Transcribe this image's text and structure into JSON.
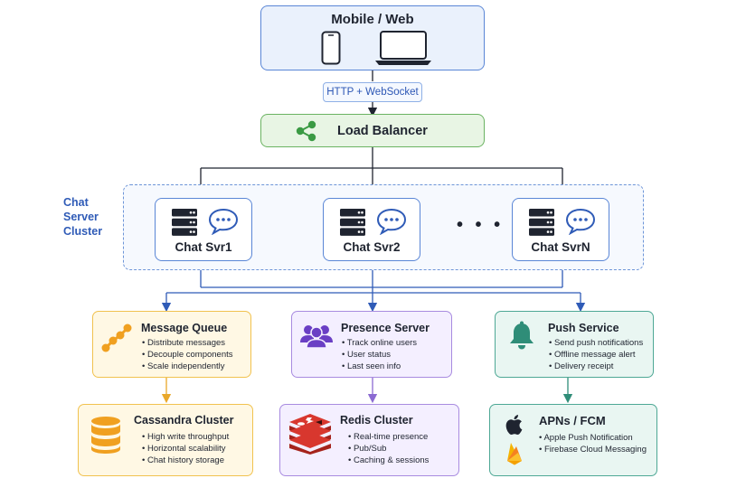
{
  "client": {
    "title": "Mobile / Web"
  },
  "protocol": {
    "label": "HTTP + WebSocket"
  },
  "load_balancer": {
    "title": "Load Balancer"
  },
  "cluster": {
    "label_lines": [
      "Chat",
      "Server",
      "Cluster"
    ],
    "ellipsis": "• • •"
  },
  "servers": [
    {
      "name": "Chat Svr1"
    },
    {
      "name": "Chat Svr2"
    },
    {
      "name": "Chat SvrN"
    }
  ],
  "services": {
    "queue": {
      "title": "Message Queue",
      "items": [
        "Distribute messages",
        "Decouple components",
        "Scale independently"
      ]
    },
    "presence": {
      "title": "Presence Server",
      "items": [
        "Track online users",
        "User status",
        "Last seen info"
      ]
    },
    "push": {
      "title": "Push Service",
      "items": [
        "Send push notifications",
        "Offline message alert",
        "Delivery receipt"
      ]
    }
  },
  "storage": {
    "cassandra": {
      "title": "Cassandra Cluster",
      "items": [
        "High write throughput",
        "Horizontal scalability",
        "Chat history storage"
      ]
    },
    "redis": {
      "title": "Redis Cluster",
      "items": [
        "Real-time presence",
        "Pub/Sub",
        "Caching & sessions"
      ]
    },
    "apns": {
      "title": "APNs / FCM",
      "items": [
        "Apple Push Notification",
        "Firebase Cloud Messaging"
      ]
    }
  },
  "colors": {
    "blue": "#5a86d6",
    "green": "#6bb362",
    "yellow": "#f1c24f",
    "purple": "#a88be0",
    "teal": "#4ea895",
    "redis": "#d8372e"
  }
}
